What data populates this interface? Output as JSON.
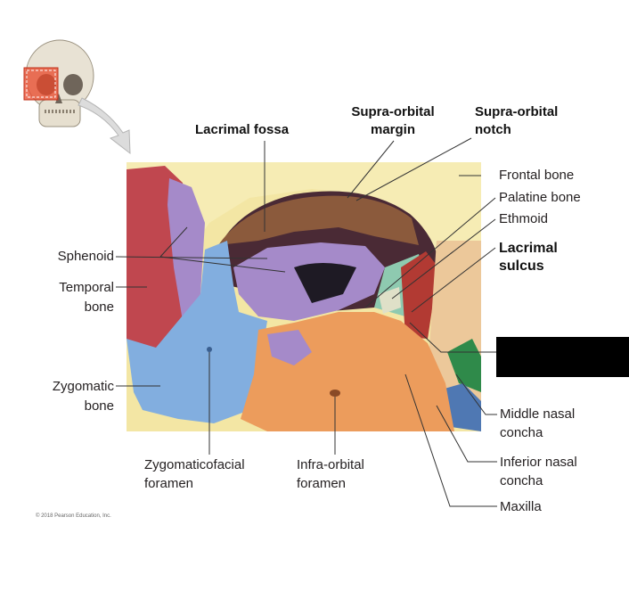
{
  "labels": {
    "lacrimal_fossa": "Lacrimal fossa",
    "supra_orbital_margin_1": "Supra-orbital",
    "supra_orbital_margin_2": "margin",
    "supra_orbital_notch_1": "Supra-orbital",
    "supra_orbital_notch_2": "notch",
    "frontal_bone": "Frontal bone",
    "palatine_bone": "Palatine bone",
    "ethmoid": "Ethmoid",
    "lacrimal_sulcus_1": "Lacrimal",
    "lacrimal_sulcus_2": "sulcus",
    "sphenoid": "Sphenoid",
    "temporal_bone_1": "Temporal",
    "temporal_bone_2": "bone",
    "zygomatic_bone_1": "Zygomatic",
    "zygomatic_bone_2": "bone",
    "middle_nasal_concha_1": "Middle nasal",
    "middle_nasal_concha_2": "concha",
    "inferior_nasal_concha_1": "Inferior nasal",
    "inferior_nasal_concha_2": "concha",
    "maxilla": "Maxilla",
    "zygomaticofacial_foramen_1": "Zygomaticofacial",
    "zygomaticofacial_foramen_2": "foramen",
    "infra_orbital_foramen_1": "Infra-orbital",
    "infra_orbital_foramen_2": "foramen"
  },
  "copyright": "© 2018 Pearson Education, Inc.",
  "colors": {
    "frontal": "#f3e6a4",
    "sphenoid": "#a58ac9",
    "temporal": "#c0474f",
    "zygomatic": "#82aedf",
    "maxilla": "#ec9c5c",
    "lacrimal": "#b23a33",
    "ethmoid": "#8ecab0",
    "palatine": "#dfe0c8",
    "concha_middle": "#2f8a4a",
    "concha_inferior": "#4f78b3",
    "leader": "#333333"
  }
}
